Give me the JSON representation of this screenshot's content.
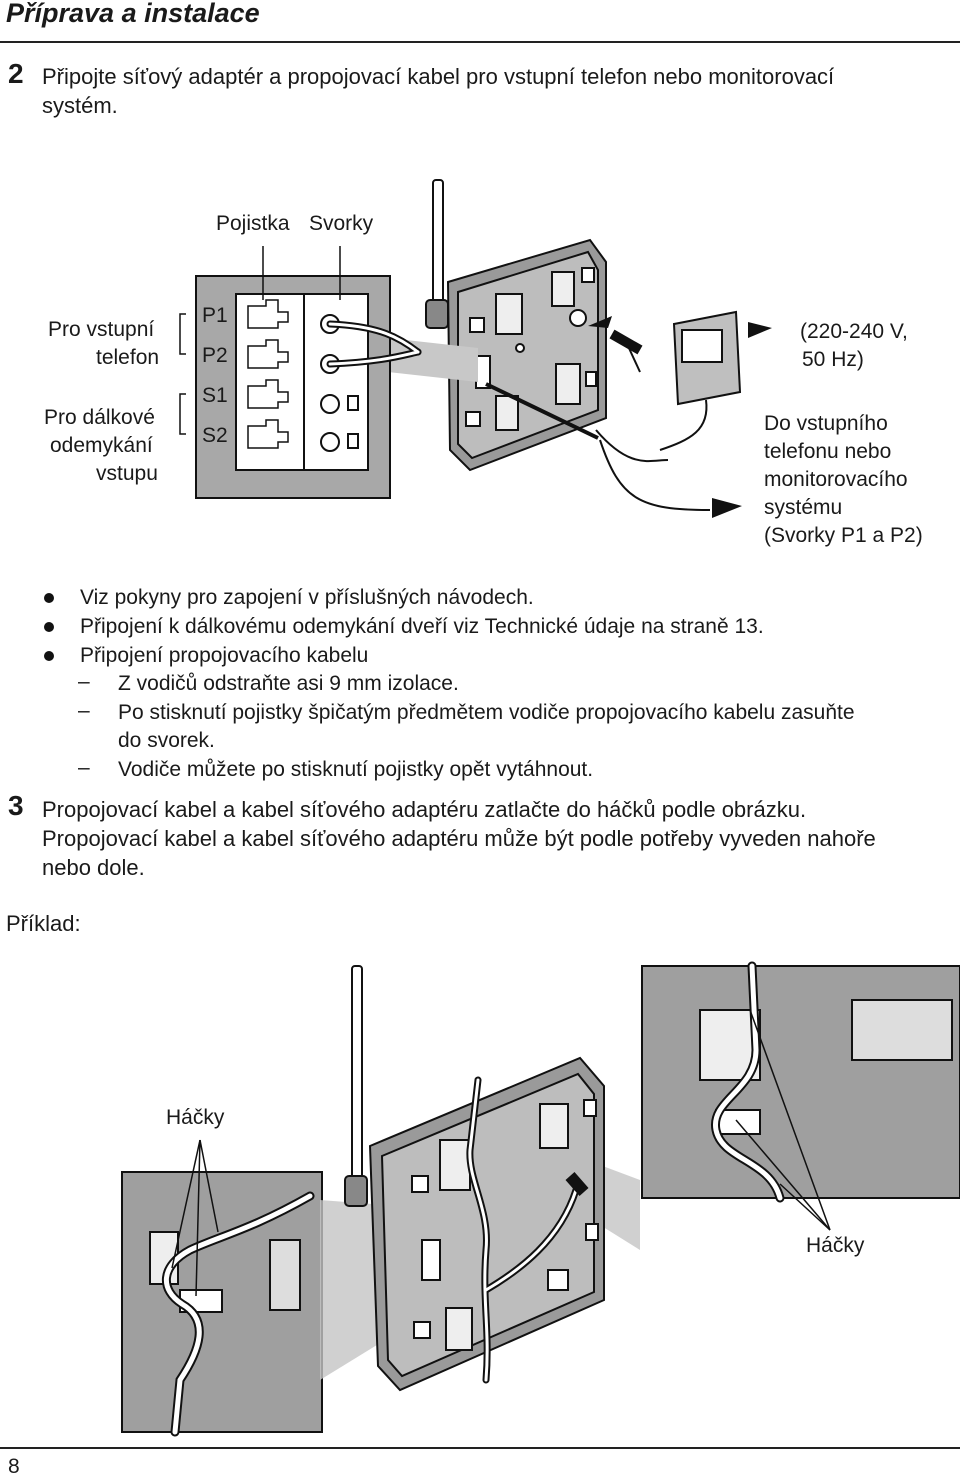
{
  "header": {
    "title": "Příprava a instalace"
  },
  "step2": {
    "number": "2",
    "text_line1": "Připojte síťový adaptér a propojovací kabel pro vstupní telefon nebo monitorovací",
    "text_line2": "systém."
  },
  "diagram1": {
    "label_pojistka": "Pojistka",
    "label_svorky": "Svorky",
    "label_pro_vstupni_1": "Pro vstupní",
    "label_pro_vstupni_2": "telefon",
    "label_pro_dalkove_1": "Pro dálkové",
    "label_pro_dalkove_2": "odemykání",
    "label_pro_dalkove_3": "vstupu",
    "terminals": [
      "P1",
      "P2",
      "S1",
      "S2"
    ],
    "voltage_1": "(220-240 V,",
    "voltage_2": "50 Hz)",
    "dest_1": "Do vstupního",
    "dest_2": "telefonu nebo",
    "dest_3": "monitorovacího",
    "dest_4": "systému",
    "dest_5": "(Svorky P1 a P2)"
  },
  "notes": {
    "bullet1": "Viz pokyny pro zapojení v příslušných návodech.",
    "bullet2": "Připojení k dálkovému odemykání dveří viz Technické údaje na straně 13.",
    "bullet3": "Připojení propojovacího kabelu",
    "dash1": "Z vodičů odstraňte asi 9 mm izolace.",
    "dash2_line1": "Po stisknutí pojistky špičatým předmětem vodiče propojovacího kabelu zasuňte",
    "dash2_line2": "do svorek.",
    "dash3": "Vodiče můžete po stisknutí pojistky opět vytáhnout."
  },
  "step3": {
    "number": "3",
    "line1": "Propojovací kabel a kabel síťového adaptéru zatlačte do háčků podle obrázku.",
    "line2": "Propojovací kabel a kabel síťového adaptéru může být podle potřeby vyveden nahoře",
    "line3": "nebo dole."
  },
  "example_label": "Příklad:",
  "diagram2": {
    "hooks_label_left": "Háčky",
    "hooks_label_right": "Háčky"
  },
  "footer": {
    "page_number": "8"
  }
}
